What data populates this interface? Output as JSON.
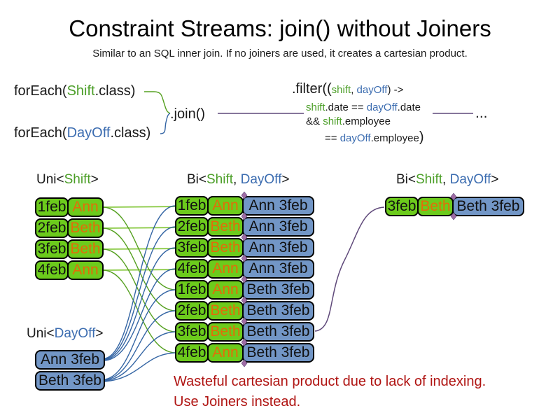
{
  "title": "Constraint Streams: join() without Joiners",
  "subtitle": "Similar to an SQL inner join. If no joiners are used, it creates a cartesian product.",
  "colors": {
    "green_fill": "#6CCB1C",
    "blue_fill": "#7296C6",
    "green_text": "#4B9E27",
    "blue_text": "#3B6CB0",
    "orange_text": "#E36C09",
    "black_text": "#1A1A1A",
    "purple_line": "#5F497A",
    "green_line": "#93CE53",
    "green_curve": "#55A020",
    "blue_curve": "#3465A4",
    "diamond": "#A06CA5",
    "red_text": "#B01513"
  },
  "code": {
    "foreach_shift": [
      {
        "t": "forEach(",
        "c": "k"
      },
      {
        "t": "Shift",
        "c": "g"
      },
      {
        "t": ".class)",
        "c": "k"
      }
    ],
    "foreach_dayoff": [
      {
        "t": "forEach(",
        "c": "k"
      },
      {
        "t": "DayOff",
        "c": "b"
      },
      {
        "t": ".class)",
        "c": "k"
      }
    ],
    "join_label": ".join()",
    "filter_line1": [
      {
        "t": ".filter((",
        "c": "k",
        "big": true
      },
      {
        "t": "shift",
        "c": "g"
      },
      {
        "t": ", ",
        "c": "k"
      },
      {
        "t": "dayOff",
        "c": "b"
      },
      {
        "t": ") ->",
        "c": "k"
      }
    ],
    "filter_line2": [
      {
        "t": "shift",
        "c": "g"
      },
      {
        "t": ".date == ",
        "c": "k"
      },
      {
        "t": "dayOff",
        "c": "b"
      },
      {
        "t": ".date",
        "c": "k"
      }
    ],
    "filter_line3": [
      {
        "t": "&& ",
        "c": "k"
      },
      {
        "t": "shift",
        "c": "g"
      },
      {
        "t": ".employee",
        "c": "k"
      }
    ],
    "filter_line4": [
      {
        "t": "== ",
        "c": "k"
      },
      {
        "t": "dayOff",
        "c": "b"
      },
      {
        "t": ".employee",
        "c": "k"
      },
      {
        "t": ")",
        "c": "k",
        "big": true
      }
    ],
    "ellipsis": "..."
  },
  "labels": {
    "uni_shift": [
      {
        "t": "Uni<",
        "c": "k"
      },
      {
        "t": "Shift",
        "c": "g"
      },
      {
        "t": ">",
        "c": "k"
      }
    ],
    "bi_shift_dayoff": [
      {
        "t": "Bi<",
        "c": "k"
      },
      {
        "t": "Shift",
        "c": "g"
      },
      {
        "t": ", ",
        "c": "k"
      },
      {
        "t": "DayOff",
        "c": "b"
      },
      {
        "t": ">",
        "c": "k"
      }
    ],
    "uni_dayoff": [
      {
        "t": "Uni<",
        "c": "k"
      },
      {
        "t": "DayOff",
        "c": "b"
      },
      {
        "t": ">",
        "c": "k"
      }
    ]
  },
  "tables": {
    "uni_shift": {
      "rows": [
        {
          "date": "1feb",
          "name": "Ann"
        },
        {
          "date": "2feb",
          "name": "Beth"
        },
        {
          "date": "3feb",
          "name": "Beth"
        },
        {
          "date": "4feb",
          "name": "Ann"
        }
      ]
    },
    "bi_product": {
      "rows": [
        {
          "date": "1feb",
          "name": "Ann",
          "dayoff": "Ann 3feb"
        },
        {
          "date": "2feb",
          "name": "Beth",
          "dayoff": "Ann 3feb"
        },
        {
          "date": "3feb",
          "name": "Beth",
          "dayoff": "Ann 3feb"
        },
        {
          "date": "4feb",
          "name": "Ann",
          "dayoff": "Ann 3feb"
        },
        {
          "date": "1feb",
          "name": "Ann",
          "dayoff": "Beth 3feb"
        },
        {
          "date": "2feb",
          "name": "Beth",
          "dayoff": "Beth 3feb"
        },
        {
          "date": "3feb",
          "name": "Beth",
          "dayoff": "Beth 3feb"
        },
        {
          "date": "4feb",
          "name": "Ann",
          "dayoff": "Beth 3feb"
        }
      ]
    },
    "bi_filtered": {
      "rows": [
        {
          "date": "3feb",
          "name": "Beth",
          "dayoff": "Beth 3feb"
        }
      ]
    },
    "uni_dayoff": {
      "rows": [
        {
          "text": "Ann 3feb"
        },
        {
          "text": "Beth 3feb"
        }
      ]
    }
  },
  "note": {
    "line1": "Wasteful cartesian product due to lack of indexing.",
    "line2": "Use Joiners instead."
  }
}
